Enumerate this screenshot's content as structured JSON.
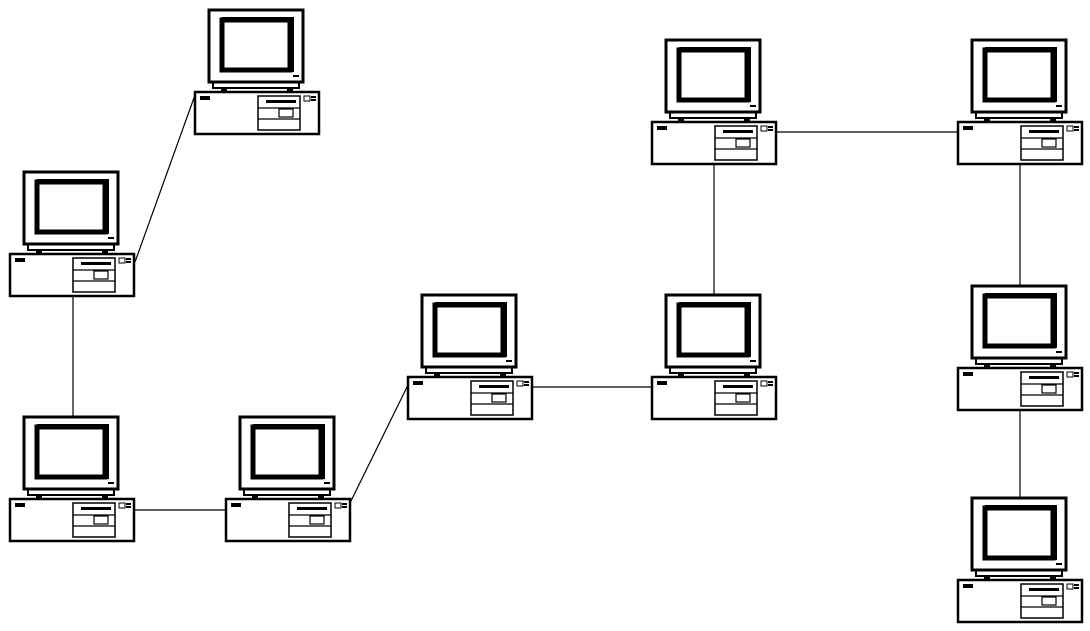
{
  "diagram": {
    "type": "network-topology",
    "node_icon": "desktop-computer-icon",
    "line_color": "#000000",
    "background": "#ffffff",
    "nodes": [
      {
        "id": "pc-1"
      },
      {
        "id": "pc-2"
      },
      {
        "id": "pc-3"
      },
      {
        "id": "pc-4"
      },
      {
        "id": "pc-5"
      },
      {
        "id": "pc-6"
      },
      {
        "id": "pc-7"
      },
      {
        "id": "pc-8"
      },
      {
        "id": "pc-9"
      },
      {
        "id": "pc-10"
      },
      {
        "id": "pc-11"
      }
    ],
    "edges": [
      {
        "from": "pc-1",
        "to": "pc-2"
      },
      {
        "from": "pc-2",
        "to": "pc-3"
      },
      {
        "from": "pc-3",
        "to": "pc-4"
      },
      {
        "from": "pc-4",
        "to": "pc-5"
      },
      {
        "from": "pc-5",
        "to": "pc-6"
      },
      {
        "from": "pc-6",
        "to": "pc-7"
      },
      {
        "from": "pc-7",
        "to": "pc-8"
      },
      {
        "from": "pc-8",
        "to": "pc-9"
      },
      {
        "from": "pc-9",
        "to": "pc-10"
      },
      {
        "from": "pc-10",
        "to": "pc-11"
      }
    ]
  }
}
